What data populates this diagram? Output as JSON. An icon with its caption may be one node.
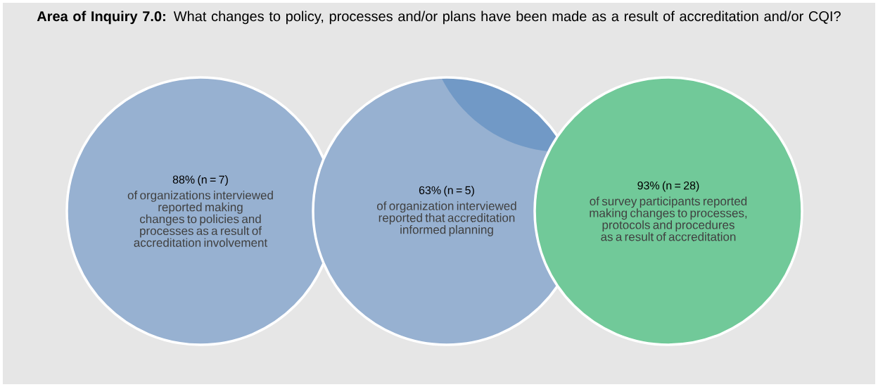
{
  "diagram": {
    "title": "**Area of Inquiry 7.0:** What changes to policy, processes and/or plans have been made as a result of accreditation and/or CQI?",
    "nodes": [
      {
        "text": [
          "88% (n = 7)",
          "of organizations interviewed reported making changes to policies and processes as a result of accreditation involvement"
        ]
      },
      {
        "text": [
          "63% (n = 5)",
          "of organization interviewed reported that accreditation informed planning"
        ]
      },
      {
        "text": [
          "93% (n = 28)",
          "of survey participants reported making changes to processes, protocols and procedures as a result of accreditation"
        ]
      }
    ]
  }
}
